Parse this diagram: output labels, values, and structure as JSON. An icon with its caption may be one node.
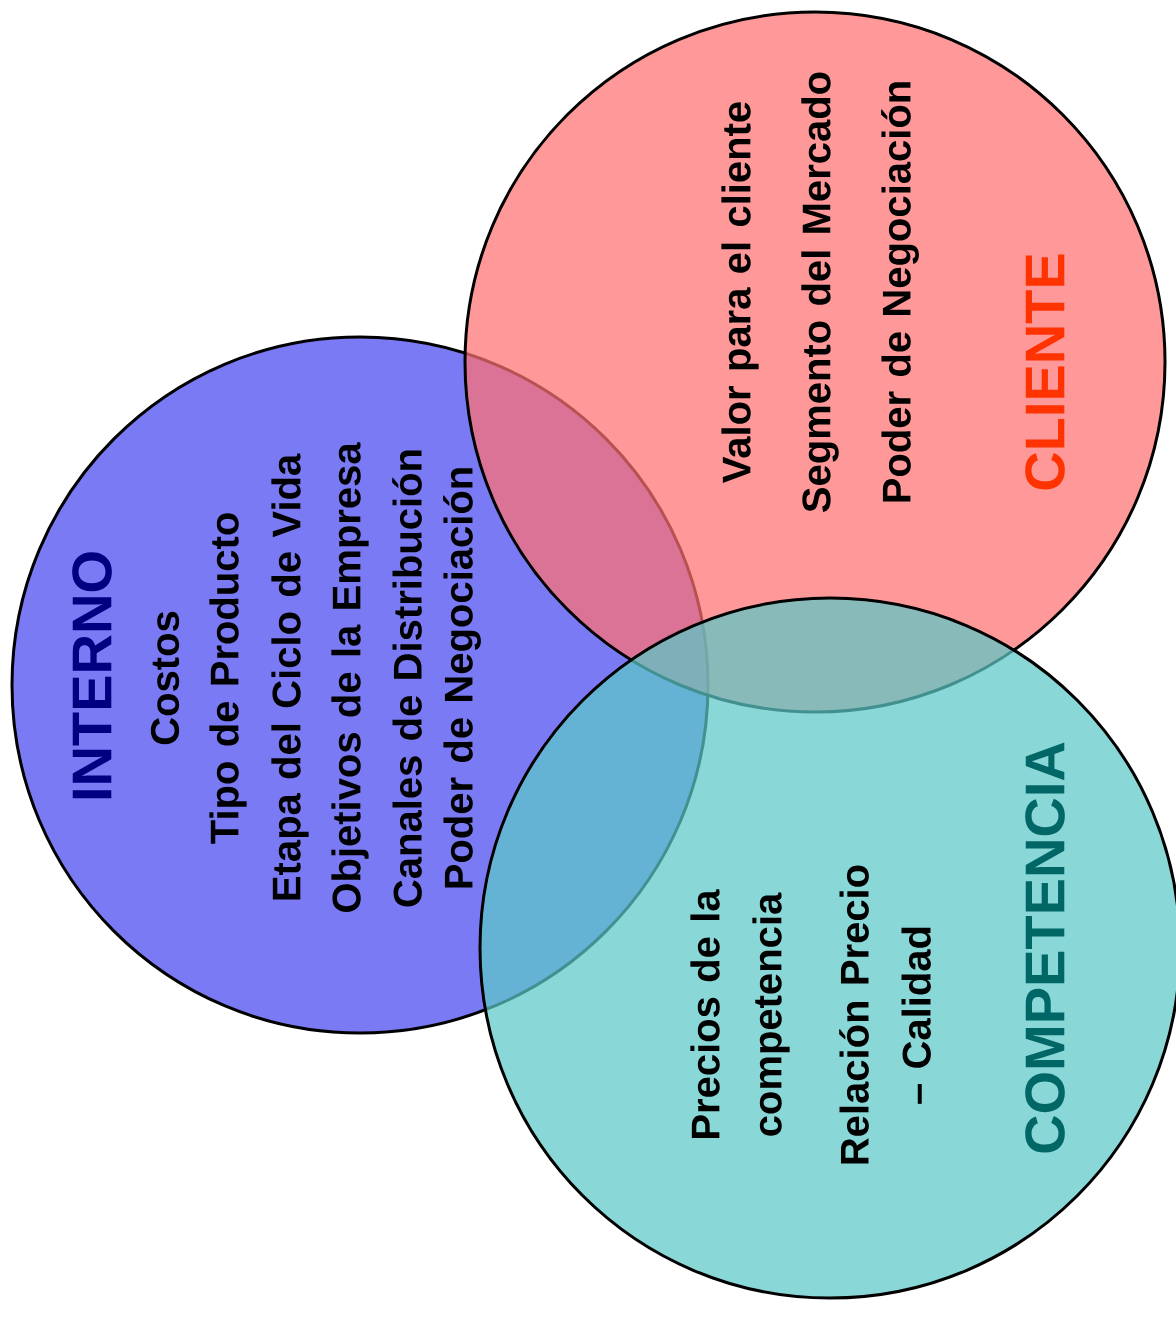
{
  "diagram": {
    "nodes": [
      {
        "text": [
          "INTERNO",
          "Costos",
          "Tipo de Producto",
          "Etapa del Ciclo de Vida",
          "Objetivos de la Empresa",
          "Canales de Distribución",
          "Poder de Negociación"
        ]
      },
      {
        "text": [
          "CLIENTE",
          "Valor para el cliente",
          "Segmento del Mercado",
          "Poder de Negociación"
        ]
      },
      {
        "text": [
          "COMPETENCIA",
          "Precios de la competencia",
          "Relación Precio – Calidad"
        ]
      }
    ]
  }
}
